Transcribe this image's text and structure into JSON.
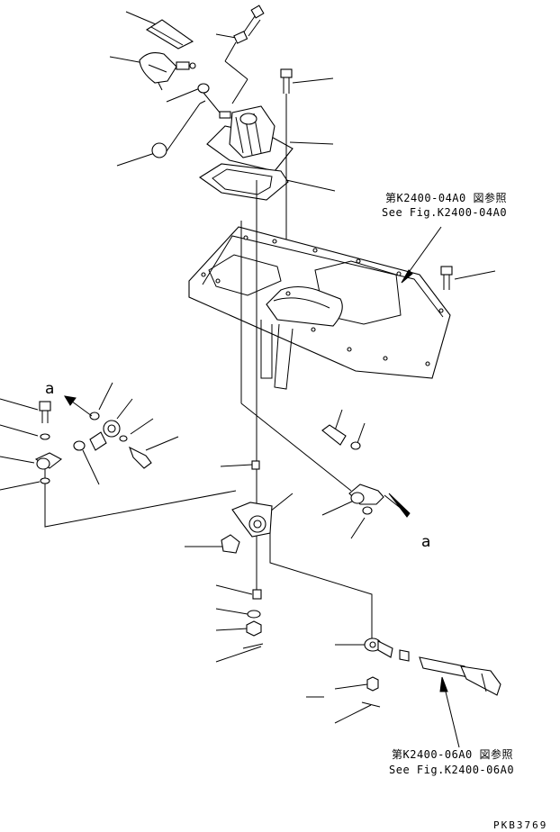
{
  "references": [
    {
      "id": "ref-1",
      "jp": "第K2400-04A0 図参照",
      "en": "See Fig.K2400-04A0"
    },
    {
      "id": "ref-2",
      "jp": "第K2400-06A0 図参照",
      "en": "See Fig.K2400-06A0"
    }
  ],
  "view_markers": [
    "a",
    "a"
  ],
  "drawing_code": "PKB3769",
  "colors": {
    "line": "#000000",
    "background": "#ffffff"
  }
}
